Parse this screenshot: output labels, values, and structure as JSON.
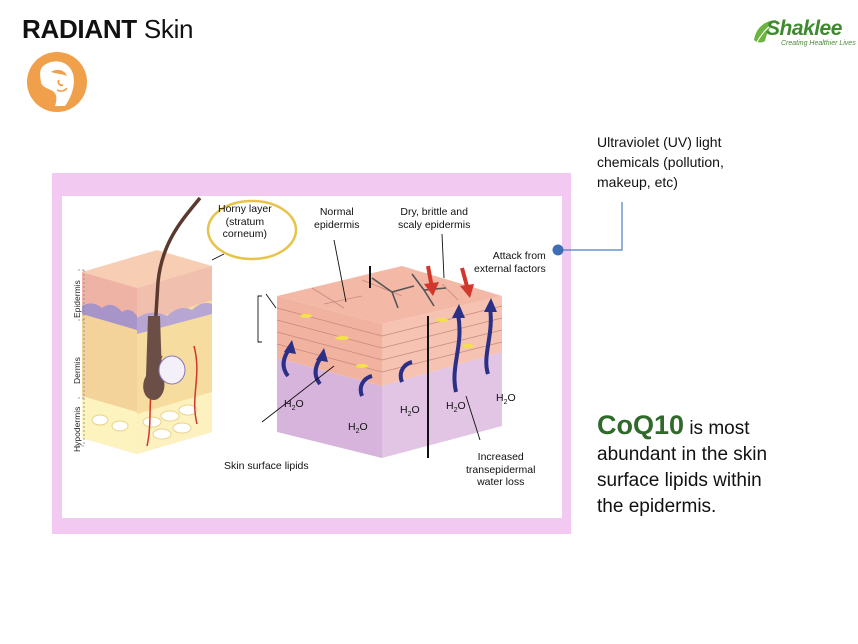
{
  "header": {
    "title_bold": "RADIANT",
    "title_rest": "Skin",
    "brand_name": "Shaklee",
    "brand_tagline": "Creating Healthier Lives",
    "brand_mark": "leaf-icon",
    "section_icon": "face-profile-icon"
  },
  "colors": {
    "icon_orange": "#f0a04b",
    "frame_pink": "#f2c9f0",
    "brand_green": "#3f8a2e",
    "highlight_green": "#2f6a2a",
    "connector_blue": "#4a7fc1",
    "arrow_red": "#d2372b",
    "arrow_navy": "#2b2f86"
  },
  "annotation": {
    "lines": [
      "Ultraviolet (UV) light",
      "chemicals (pollution,",
      "makeup, etc)"
    ]
  },
  "diagram": {
    "labels": {
      "horny_layer": [
        "Horny layer",
        "(stratum",
        "corneum)"
      ],
      "normal_epidermis": [
        "Normal",
        "epidermis"
      ],
      "dry_epidermis": [
        "Dry, brittle and",
        "scaly epidermis"
      ],
      "attack": [
        "Attack from",
        "external factors"
      ],
      "epidermis_side": "Epidermis",
      "dermis_side": "Dermis",
      "hypodermis_side": "Hypodermis",
      "skin_lipids": "Skin surface lipids",
      "water_loss": [
        "Increased",
        "transepidermal",
        "water loss"
      ]
    },
    "water": {
      "base": "H",
      "sub": "2",
      "tail": "O"
    }
  },
  "callout": {
    "highlight": "CoQ10",
    "lines": [
      "is most",
      "abundant in the skin",
      "surface lipids within",
      "the epidermis."
    ]
  }
}
